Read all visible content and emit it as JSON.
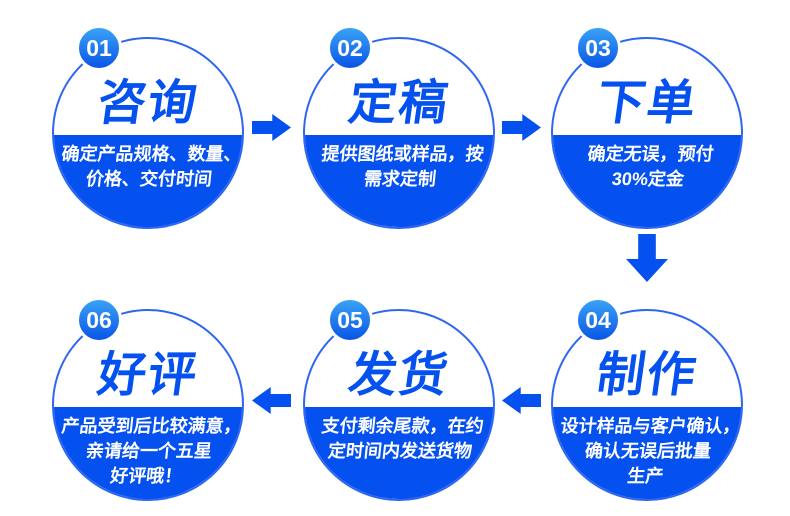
{
  "diagram_title": "order-process-flow",
  "colors": {
    "primary": "#0551ef",
    "ring": "#2f66f1",
    "badge_light": "#3aa2f7",
    "badge_dark": "#0a55e6",
    "text_on_blue": "#ffffff",
    "background": "#ffffff"
  },
  "steps": [
    {
      "number": "01",
      "title": "咨询",
      "desc": "确定产品规格、数量、\n价格、交付时间"
    },
    {
      "number": "02",
      "title": "定稿",
      "desc": "提供图纸或样品，按\n需求定制"
    },
    {
      "number": "03",
      "title": "下单",
      "desc": "确定无误，预付\n30%定金"
    },
    {
      "number": "04",
      "title": "制作",
      "desc": "设计样品与客户确认，\n确认无误后批量\n生产"
    },
    {
      "number": "05",
      "title": "发货",
      "desc": "支付剩余尾款，在约\n定时间内发送货物"
    },
    {
      "number": "06",
      "title": "好评",
      "desc": "产品受到后比较满意，\n亲请给一个五星\n好评哦！"
    }
  ],
  "arrows": [
    {
      "from": "01",
      "to": "02",
      "direction": "right"
    },
    {
      "from": "02",
      "to": "03",
      "direction": "right"
    },
    {
      "from": "03",
      "to": "04",
      "direction": "down"
    },
    {
      "from": "04",
      "to": "05",
      "direction": "left"
    },
    {
      "from": "05",
      "to": "06",
      "direction": "left"
    }
  ]
}
